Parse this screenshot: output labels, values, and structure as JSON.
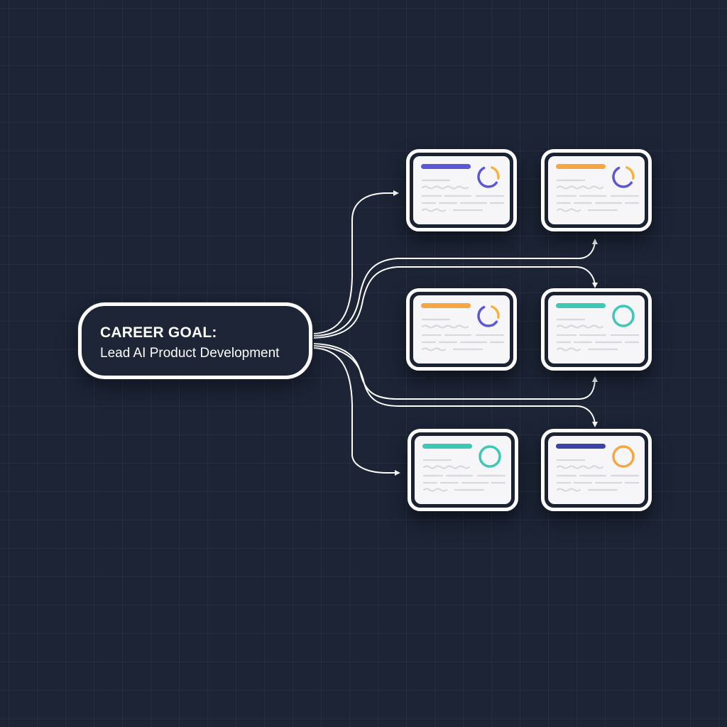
{
  "goal": {
    "title": "CAREER GOAL:",
    "subtitle": "Lead AI Product Development"
  },
  "cards": [
    {
      "id": "card-1",
      "accent": "#5b57d6",
      "ring_type": "partial",
      "ring_color": "#5b57d6",
      "ring_accent": "#f5b440"
    },
    {
      "id": "card-2",
      "accent": "#f5a742",
      "ring_type": "partial",
      "ring_color": "#5b57d6",
      "ring_accent": "#f5b440"
    },
    {
      "id": "card-3",
      "accent": "#f5a742",
      "ring_type": "partial",
      "ring_color": "#5b57d6",
      "ring_accent": "#f5b440"
    },
    {
      "id": "card-4",
      "accent": "#3cc8b4",
      "ring_type": "full",
      "ring_color": "#3cc8b4",
      "ring_accent": "#3cc8b4"
    },
    {
      "id": "card-5",
      "accent": "#3cc8b4",
      "ring_type": "full",
      "ring_color": "#3cc8b4",
      "ring_accent": "#3cc8b4"
    },
    {
      "id": "card-6",
      "accent": "#3a44a8",
      "ring_type": "full",
      "ring_color": "#f5a742",
      "ring_accent": "#f5a742"
    }
  ],
  "colors": {
    "background": "#1c2436",
    "connector": "#ffffff",
    "card_body": "#f6f6f8",
    "placeholder_line": "#d7d9de"
  }
}
